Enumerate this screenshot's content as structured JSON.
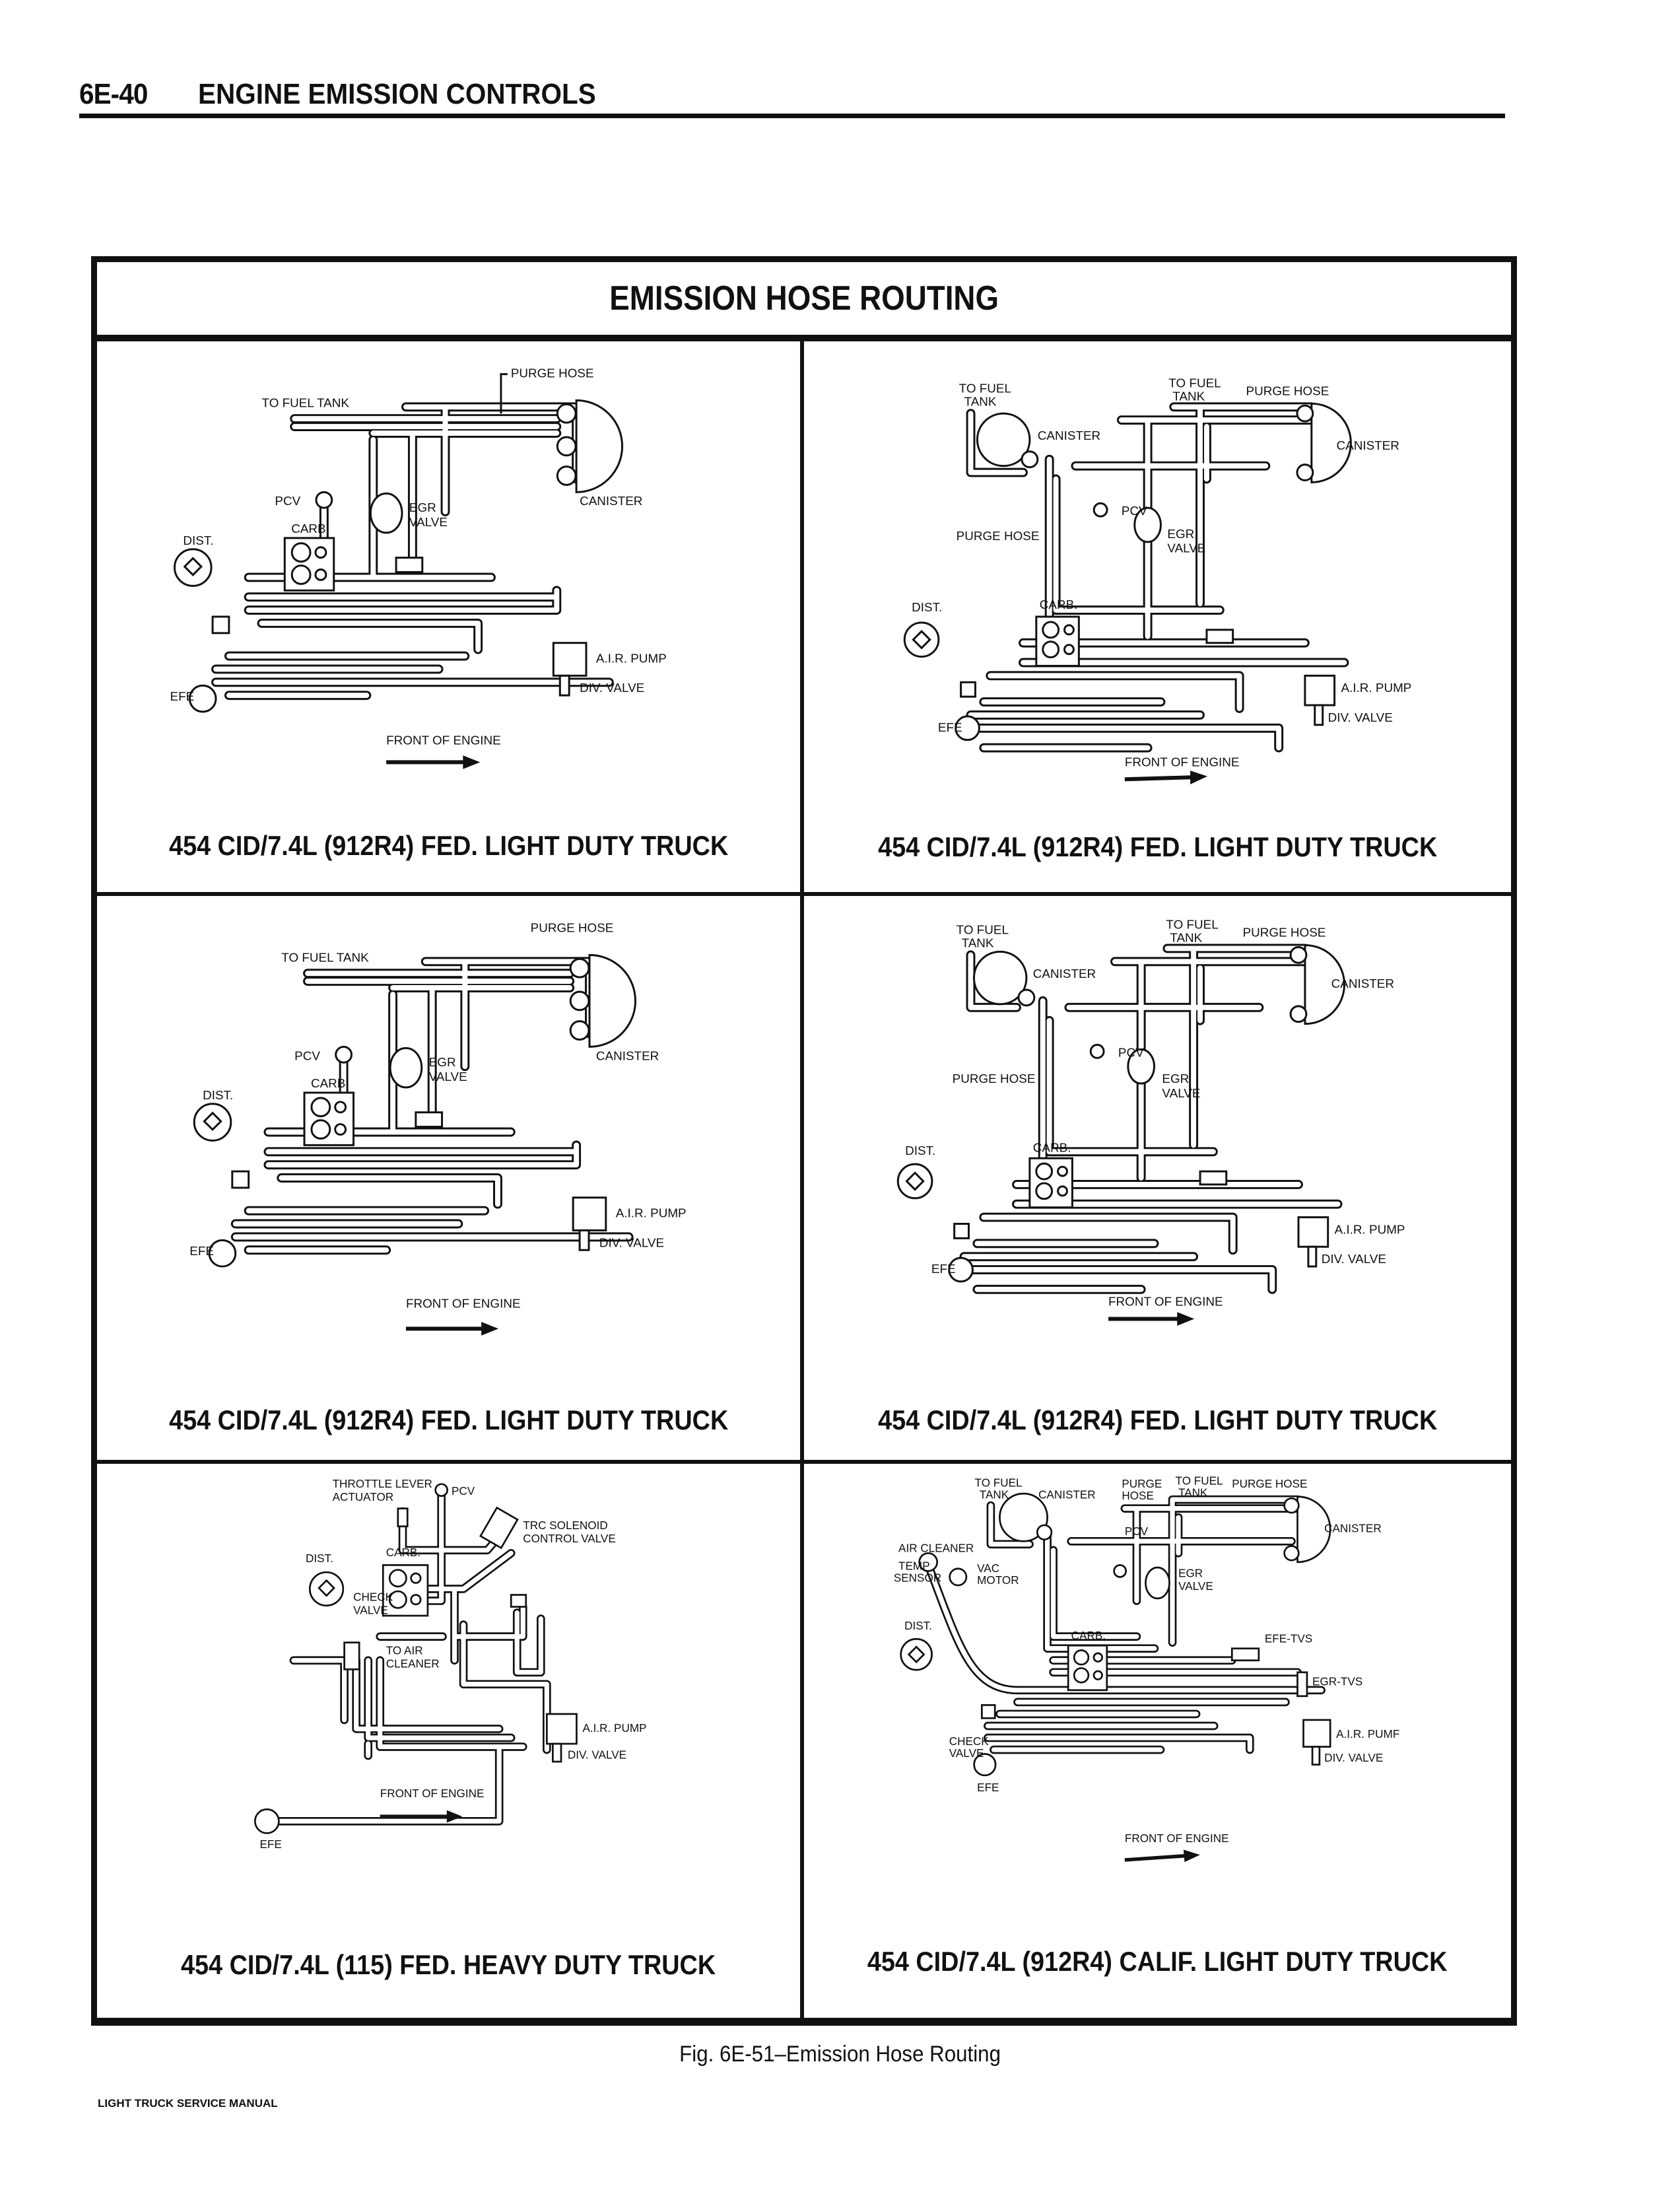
{
  "header": {
    "page_number": "6E-40",
    "section_title": "ENGINE EMISSION CONTROLS"
  },
  "figure": {
    "title": "EMISSION HOSE ROUTING",
    "caption": "Fig. 6E-51–Emission Hose Routing",
    "front_of_engine_label": "FRONT OF ENGINE",
    "panels": [
      {
        "caption": "454 CID/7.4L (912R4) FED. LIGHT DUTY TRUCK",
        "labels": {
          "purge_hose": "PURGE HOSE",
          "to_fuel_tank": "TO FUEL TANK",
          "canister": "CANISTER",
          "pcv": "PCV",
          "egr_valve_1": "EGR",
          "egr_valve_2": "VALVE",
          "carb": "CARB.",
          "dist": "DIST.",
          "air_pump": "A.I.R. PUMP",
          "div_valve": "DIV. VALVE",
          "efe": "EFE"
        }
      },
      {
        "caption": "454 CID/7.4L (912R4) FED. LIGHT DUTY TRUCK",
        "labels": {
          "to_fuel_tank_left_1": "TO FUEL",
          "to_fuel_tank_left_2": "TANK",
          "canister_left": "CANISTER",
          "to_fuel_tank_right_1": "TO FUEL",
          "to_fuel_tank_right_2": "TANK",
          "purge_hose_right": "PURGE HOSE",
          "canister_right": "CANISTER",
          "pcv": "PCV",
          "purge_hose_left": "PURGE HOSE",
          "egr_valve_1": "EGR",
          "egr_valve_2": "VALVE",
          "carb": "CARB.",
          "dist": "DIST.",
          "air_pump": "A.I.R. PUMP",
          "div_valve": "DIV. VALVE",
          "efe": "EFE"
        }
      },
      {
        "caption": "454 CID/7.4L (912R4) FED. LIGHT DUTY TRUCK",
        "labels": {
          "purge_hose": "PURGE HOSE",
          "to_fuel_tank": "TO FUEL TANK",
          "canister": "CANISTER",
          "pcv": "PCV",
          "egr_valve_1": "EGR",
          "egr_valve_2": "VALVE",
          "carb": "CARB.",
          "dist": "DIST.",
          "air_pump": "A.I.R. PUMP",
          "div_valve": "DIV. VALVE",
          "efe": "EFE"
        }
      },
      {
        "caption": "454 CID/7.4L (912R4) FED. LIGHT DUTY TRUCK",
        "labels": {
          "to_fuel_tank_left_1": "TO FUEL",
          "to_fuel_tank_left_2": "TANK",
          "canister_left": "CANISTER",
          "to_fuel_tank_right_1": "TO FUEL",
          "to_fuel_tank_right_2": "TANK",
          "purge_hose_right": "PURGE HOSE",
          "canister_right": "CANISTER",
          "pcv": "PCV",
          "purge_hose_left": "PURGE HOSE",
          "egr_valve_1": "EGR",
          "egr_valve_2": "VALVE",
          "carb": "CARB.",
          "dist": "DIST.",
          "air_pump": "A.I.R. PUMP",
          "div_valve": "DIV. VALVE",
          "efe": "EFE"
        }
      },
      {
        "caption": "454 CID/7.4L (115) FED. HEAVY DUTY TRUCK",
        "labels": {
          "throttle_lever_1": "THROTTLE LEVER",
          "throttle_lever_2": "ACTUATOR",
          "pcv": "PCV",
          "trc_1": "TRC SOLENOID",
          "trc_2": "CONTROL VALVE",
          "carb": "CARB.",
          "dist": "DIST.",
          "check_valve_1": "CHECK",
          "check_valve_2": "VALVE",
          "to_air_cleaner_1": "TO AIR",
          "to_air_cleaner_2": "CLEANER",
          "air_pump": "A.I.R. PUMP",
          "div_valve": "DIV. VALVE",
          "efe": "EFE"
        }
      },
      {
        "caption": "454 CID/7.4L (912R4) CALIF. LIGHT DUTY TRUCK",
        "labels": {
          "to_fuel_tank_left_1": "TO FUEL",
          "to_fuel_tank_left_2": "TANK",
          "canister_left": "CANISTER",
          "purge_hose_left_1": "PURGE",
          "purge_hose_left_2": "HOSE",
          "to_fuel_tank_right_1": "TO FUEL",
          "to_fuel_tank_right_2": "TANK",
          "purge_hose_right": "PURGE HOSE",
          "canister_right": "CANISTER",
          "pcv": "PCV",
          "air_cleaner": "AIR CLEANER",
          "temp_sensor_1": "TEMP",
          "temp_sensor_2": "SENSOR",
          "vac_motor_1": "VAC",
          "vac_motor_2": "MOTOR",
          "egr_valve_1": "EGR",
          "egr_valve_2": "VALVE",
          "carb": "CARB.",
          "dist": "DIST.",
          "efe_tvs": "EFE-TVS",
          "egr_tvs": "EGR-TVS",
          "air_pump": "A.I.R. PUMF",
          "div_valve": "DIV. VALVE",
          "check_valve_1": "CHECK",
          "check_valve_2": "VALVE",
          "efe": "EFE"
        }
      }
    ]
  },
  "footer": {
    "manual_title": "LIGHT TRUCK SERVICE MANUAL"
  }
}
